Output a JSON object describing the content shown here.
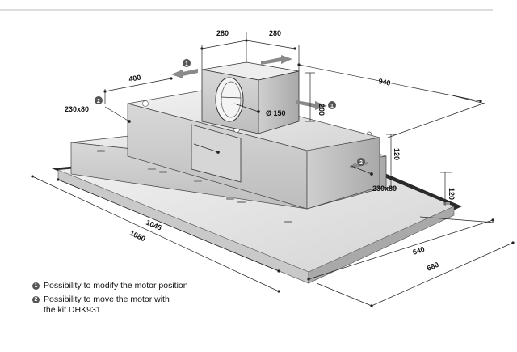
{
  "dimensions": {
    "d280_left": "280",
    "d280_right": "280",
    "d400": "400",
    "d940": "940",
    "d200": "200",
    "d150": "Ø 150",
    "d230x80_left": "230x80",
    "d230x80_right": "230x80",
    "d120_upper": "120",
    "d120_lower": "120",
    "d1045": "1045",
    "d1080": "1080",
    "d640": "640",
    "d680": "680"
  },
  "callouts": {
    "motor_left": "1",
    "motor_right": "1",
    "kit_left": "2",
    "kit_right": "2"
  },
  "legend": [
    {
      "badge": "1",
      "lines": [
        "Possibility to modify the motor position"
      ]
    },
    {
      "badge": "2",
      "lines": [
        "Possibility to move the motor with",
        "the kit DHK931"
      ]
    }
  ],
  "colors": {
    "metal_light": "#e6e6e6",
    "metal_mid": "#cfcfcf",
    "metal_dark": "#b5b5b5",
    "outline": "#222222",
    "badge": "#555555"
  }
}
